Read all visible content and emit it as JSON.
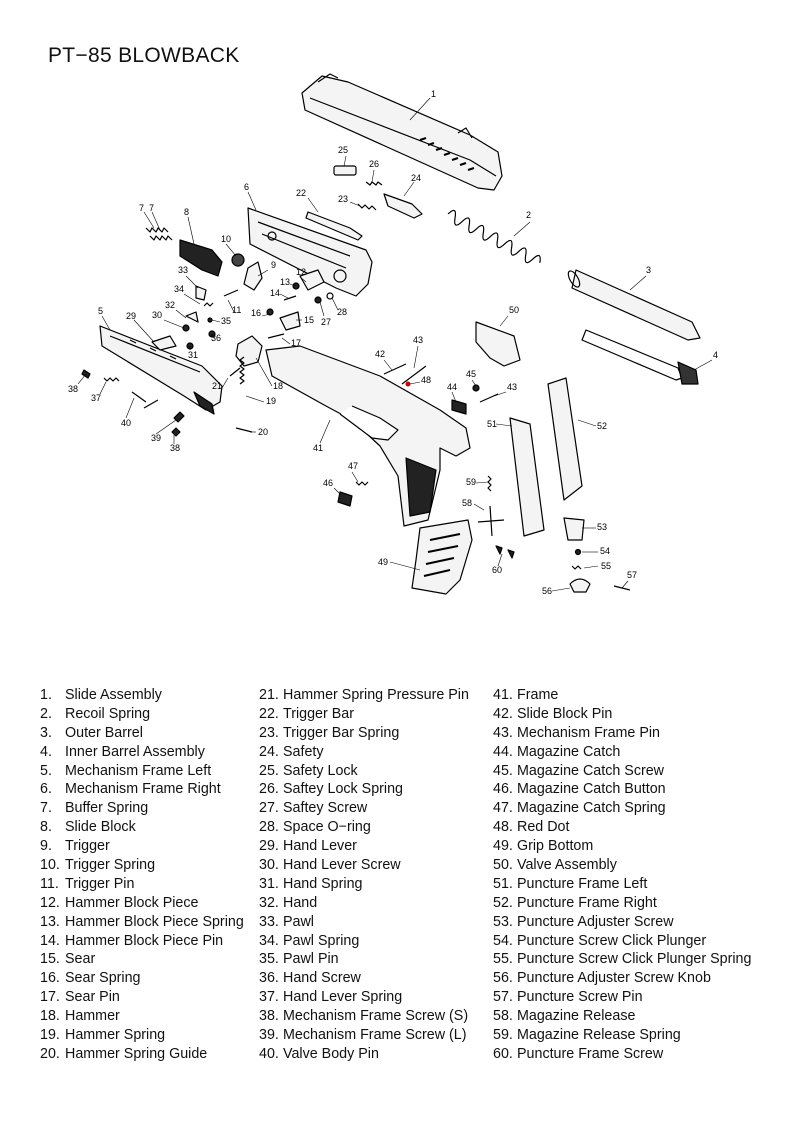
{
  "title": "PT−85 BLOWBACK",
  "callouts": [
    "1",
    "2",
    "3",
    "4",
    "5",
    "6",
    "7",
    "7",
    "8",
    "9",
    "10",
    "11",
    "12",
    "13",
    "14",
    "15",
    "16",
    "17",
    "18",
    "19",
    "20",
    "21",
    "22",
    "23",
    "24",
    "25",
    "26",
    "27",
    "28",
    "29",
    "30",
    "31",
    "32",
    "33",
    "34",
    "35",
    "36",
    "37",
    "38",
    "38",
    "39",
    "40",
    "41",
    "42",
    "43",
    "43",
    "44",
    "45",
    "46",
    "47",
    "48",
    "49",
    "50",
    "51",
    "52",
    "53",
    "54",
    "55",
    "56",
    "57",
    "58",
    "59",
    "60"
  ],
  "legend": {
    "col1": [
      {
        "n": "1.",
        "label": "Slide Assembly"
      },
      {
        "n": "2.",
        "label": "Recoil Spring"
      },
      {
        "n": "3.",
        "label": "Outer Barrel"
      },
      {
        "n": "4.",
        "label": "Inner Barrel Assembly"
      },
      {
        "n": "5.",
        "label": "Mechanism Frame Left"
      },
      {
        "n": "6.",
        "label": "Mechanism Frame Right"
      },
      {
        "n": "7.",
        "label": "Buffer Spring"
      },
      {
        "n": "8.",
        "label": "Slide Block"
      },
      {
        "n": "9.",
        "label": "Trigger"
      },
      {
        "n": "10.",
        "label": "Trigger Spring"
      },
      {
        "n": "11.",
        "label": "Trigger Pin"
      },
      {
        "n": "12.",
        "label": "Hammer Block Piece"
      },
      {
        "n": "13.",
        "label": "Hammer Block Piece Spring"
      },
      {
        "n": "14.",
        "label": "Hammer Block Piece Pin"
      },
      {
        "n": "15.",
        "label": "Sear"
      },
      {
        "n": "16.",
        "label": "Sear Spring"
      },
      {
        "n": "17.",
        "label": "Sear Pin"
      },
      {
        "n": "18.",
        "label": "Hammer"
      },
      {
        "n": "19.",
        "label": "Hammer Spring"
      },
      {
        "n": "20.",
        "label": "Hammer Spring Guide"
      }
    ],
    "col2": [
      {
        "n": "21.",
        "label": "Hammer Spring Pressure Pin"
      },
      {
        "n": "22.",
        "label": "Trigger Bar"
      },
      {
        "n": "23.",
        "label": "Trigger Bar Spring"
      },
      {
        "n": "24.",
        "label": "Safety"
      },
      {
        "n": "25.",
        "label": "Safety Lock"
      },
      {
        "n": "26.",
        "label": "Saftey Lock Spring"
      },
      {
        "n": "27.",
        "label": "Saftey Screw"
      },
      {
        "n": "28.",
        "label": "Space O−ring"
      },
      {
        "n": "29.",
        "label": "Hand Lever"
      },
      {
        "n": "30.",
        "label": "Hand Lever Screw"
      },
      {
        "n": "31.",
        "label": "Hand Spring"
      },
      {
        "n": "32.",
        "label": "Hand"
      },
      {
        "n": "33.",
        "label": "Pawl"
      },
      {
        "n": "34.",
        "label": "Pawl Spring"
      },
      {
        "n": "35.",
        "label": "Pawl Pin"
      },
      {
        "n": "36.",
        "label": "Hand Screw"
      },
      {
        "n": "37.",
        "label": "Hand Lever Spring"
      },
      {
        "n": "38.",
        "label": "Mechanism Frame Screw (S)"
      },
      {
        "n": "39.",
        "label": "Mechanism Frame Screw (L)"
      },
      {
        "n": "40.",
        "label": "Valve Body Pin"
      }
    ],
    "col3": [
      {
        "n": "41.",
        "label": "Frame"
      },
      {
        "n": "42.",
        "label": "Slide Block Pin"
      },
      {
        "n": "43.",
        "label": "Mechanism Frame Pin"
      },
      {
        "n": "44.",
        "label": "Magazine Catch"
      },
      {
        "n": "45.",
        "label": "Magazine Catch Screw"
      },
      {
        "n": "46.",
        "label": "Magazine Catch Button"
      },
      {
        "n": "47.",
        "label": "Magazine Catch Spring"
      },
      {
        "n": "48.",
        "label": "Red Dot"
      },
      {
        "n": "49.",
        "label": "Grip Bottom"
      },
      {
        "n": "50.",
        "label": "Valve Assembly"
      },
      {
        "n": "51.",
        "label": "Puncture Frame Left"
      },
      {
        "n": "52.",
        "label": "Puncture Frame Right"
      },
      {
        "n": "53.",
        "label": "Puncture Adjuster Screw"
      },
      {
        "n": "54.",
        "label": "Puncture Screw Click Plunger"
      },
      {
        "n": "55.",
        "label": "Puncture Screw Click Plunger Spring"
      },
      {
        "n": "56.",
        "label": "Puncture Adjuster Screw Knob"
      },
      {
        "n": "57.",
        "label": "Puncture Screw Pin"
      },
      {
        "n": "58.",
        "label": "Magazine Release"
      },
      {
        "n": "59.",
        "label": "Magazine Release Spring"
      },
      {
        "n": "60.",
        "label": "Puncture Frame Screw"
      }
    ]
  }
}
